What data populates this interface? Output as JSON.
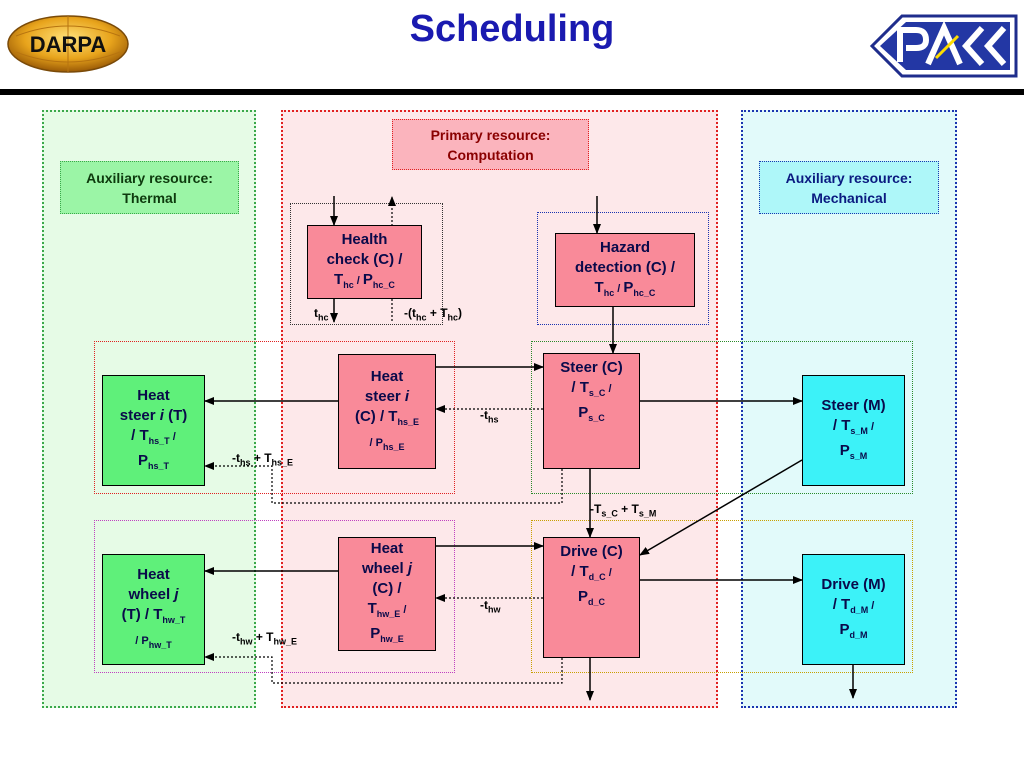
{
  "title": "Scheduling",
  "logos": {
    "left": "DARPA",
    "right": "PACC"
  },
  "regions": {
    "thermal": "Auxiliary resource:\nThermal",
    "computation": "Primary resource:\nComputation",
    "mechanical": "Auxiliary resource:\nMechanical"
  },
  "blocks": {
    "health_check": {
      "l1": "Health",
      "l2": "check (C) /",
      "t": "T",
      "t_sub": "hc",
      "sep": " / ",
      "p": "P",
      "p_sub": "hc_C"
    },
    "hazard": {
      "l1": "Hazard",
      "l2": "detection (C) /",
      "t": "T",
      "t_sub": "hc",
      "sep": " / ",
      "p": "P",
      "p_sub": "hc_C"
    },
    "heat_steer_c": {
      "l1": "Heat",
      "l2a": "steer ",
      "l2i": "i",
      "l3": "(C) / T",
      "l3_sub": "hs_E",
      "l4a": " / P",
      "l4_sub": "hs_E"
    },
    "steer_c": {
      "l1": "Steer (C)",
      "l2": "/ T",
      "l2_sub": "s_C",
      "l2b": " /",
      "l3": "P",
      "l3_sub": "s_C"
    },
    "heat_steer_t": {
      "l1": "Heat",
      "l2a": "steer ",
      "l2i": "i",
      "l2b": " (T)",
      "l3": "/ T",
      "l3_sub": "hs_T",
      "l3b": " /",
      "l4": "P",
      "l4_sub": "hs_T"
    },
    "steer_m": {
      "l1": "Steer (M)",
      "l2": "/ T",
      "l2_sub": "s_M",
      "l2b": " /",
      "l3": "P",
      "l3_sub": "s_M"
    },
    "heat_wheel_c": {
      "l1": "Heat",
      "l2a": "wheel ",
      "l2i": "j",
      "l3": "(C) /",
      "l4": "T",
      "l4_sub": "hw_E",
      "l4b": " /",
      "l5": "P",
      "l5_sub": "hw_E"
    },
    "drive_c": {
      "l1": "Drive (C)",
      "l2": "/ T",
      "l2_sub": "d_C",
      "l2b": " /",
      "l3": "P",
      "l3_sub": "d_C"
    },
    "heat_wheel_t": {
      "l1": "Heat",
      "l2a": "wheel ",
      "l2i": "j",
      "l3": "(T) / T",
      "l3_sub": "hw_T",
      "l4a": " / P",
      "l4_sub": "hw_T"
    },
    "drive_m": {
      "l1": "Drive (M)",
      "l2": "/ T",
      "l2_sub": "d_M",
      "l2b": " /",
      "l3": "P",
      "l3_sub": "d_M"
    }
  },
  "edge_labels": {
    "thc": {
      "a": "t",
      "a_sub": "hc"
    },
    "thc_sum": {
      "a": "-(t",
      "a_sub": "hc",
      "b": " + T",
      "b_sub": "hc",
      "c": ")"
    },
    "ths": {
      "a": "-t",
      "a_sub": "hs"
    },
    "ths_sum": {
      "a": "-t",
      "a_sub": "hs",
      "b": " + T",
      "b_sub": "hs_E"
    },
    "tsc_sum": {
      "a": "-T",
      "a_sub": "s_C",
      "b": " + T",
      "b_sub": "s_M"
    },
    "thw": {
      "a": "-t",
      "a_sub": "hw"
    },
    "thw_sum": {
      "a": "-t",
      "a_sub": "hw",
      "b": " + T",
      "b_sub": "hw_E"
    }
  },
  "colors": {
    "title": "#1a1ab0",
    "red_block": "#f98a99",
    "green_block": "#5ff07a",
    "cyan_block": "#3cf2f8",
    "thermal_bg": "#e6fbe6",
    "computation_bg": "#fde8ea",
    "mechanical_bg": "#e2fafa"
  }
}
